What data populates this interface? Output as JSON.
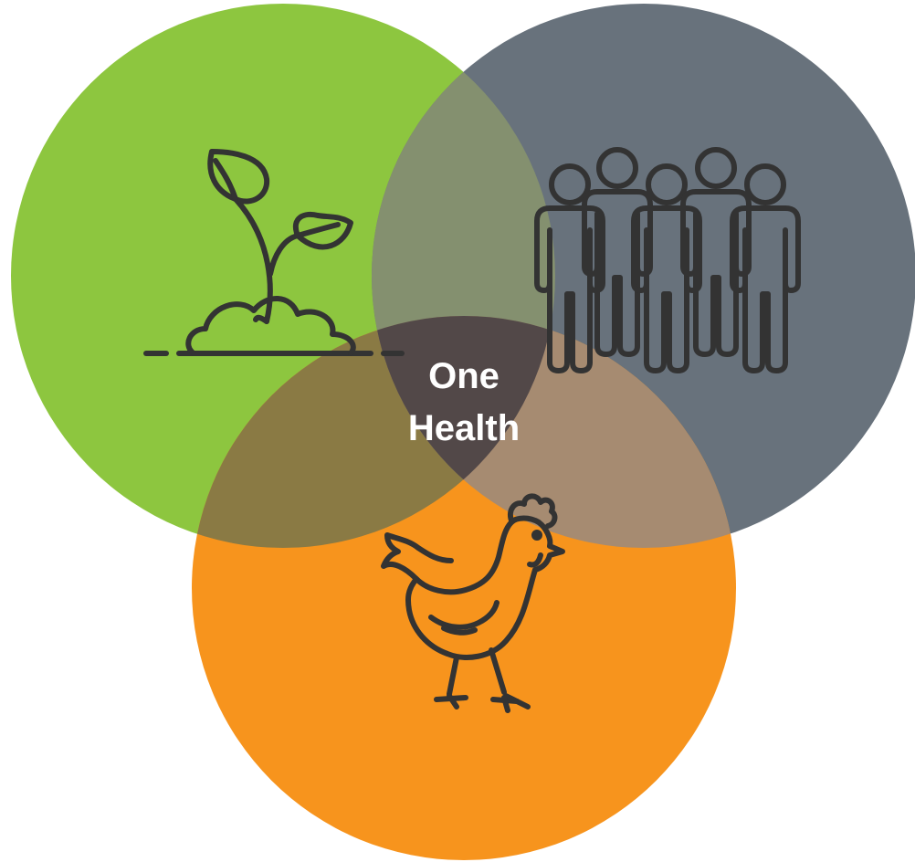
{
  "diagram": {
    "type": "venn",
    "center_label": {
      "line1": "One",
      "line2": "Health"
    },
    "circles": [
      {
        "icon": "plant-sprout-icon",
        "color": "#8dc63f"
      },
      {
        "icon": "people-group-icon",
        "color": "#68727c"
      },
      {
        "icon": "chicken-icon",
        "color": "#f7941d"
      }
    ],
    "overlap_colors": {
      "environment_people": "#84906f",
      "environment_animals": "#8a7a44",
      "people_animals": "#a68b71",
      "center": "#524848"
    }
  }
}
